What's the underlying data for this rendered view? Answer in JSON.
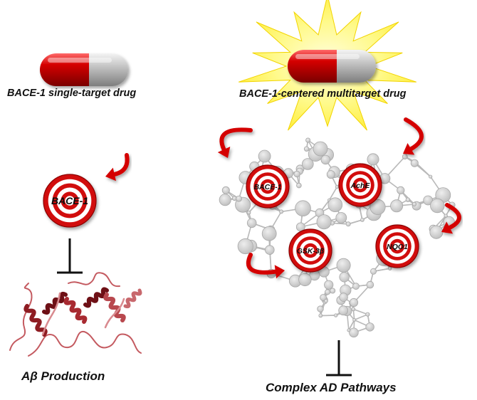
{
  "left": {
    "drug_label": "BACE-1 single-target drug",
    "target": "BACE-1",
    "outcome": "Aβ Production"
  },
  "right": {
    "drug_label": "BACE-1-centered multitarget drug",
    "targets": [
      "BACE-1",
      "AchE",
      "GSK-3β",
      "NQO1"
    ],
    "outcome": "Complex AD Pathways"
  },
  "colors": {
    "pill_red": "#c00000",
    "pill_grey": "#b8b8b8",
    "target_red": "#d11010",
    "arrow_red": "#d40000",
    "network_grey": "#c8c8c8",
    "starburst": "#fff87a",
    "protein": "#a8262d"
  },
  "icons": [
    "capsule-icon",
    "target-icon",
    "curved-arrow-icon",
    "inhibition-icon",
    "protein-structure-icon",
    "network-brain-icon",
    "starburst-icon"
  ]
}
